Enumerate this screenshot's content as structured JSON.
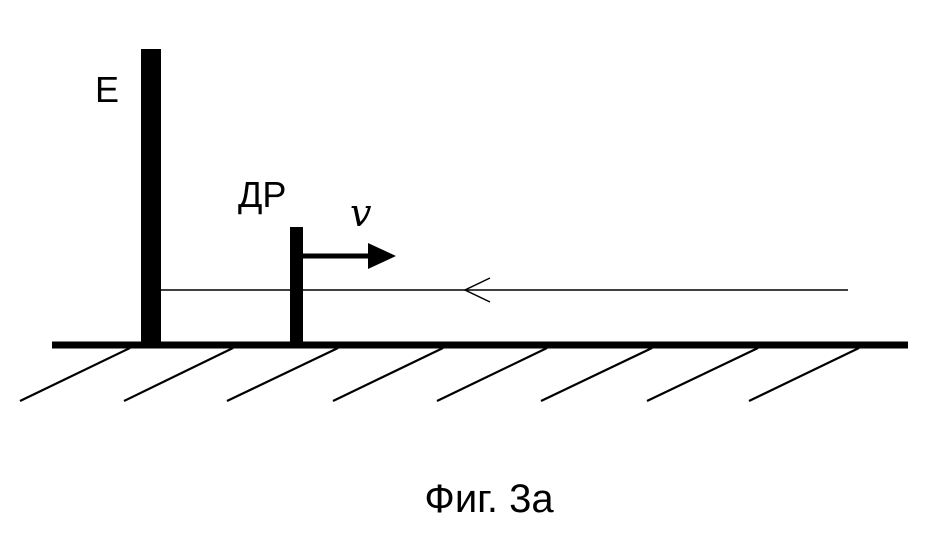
{
  "labels": {
    "wall": "Е",
    "sensor": "ДР",
    "velocity": "v",
    "caption": "Фиг. 3а"
  },
  "colors": {
    "ink": "#000000",
    "background": "#ffffff"
  }
}
